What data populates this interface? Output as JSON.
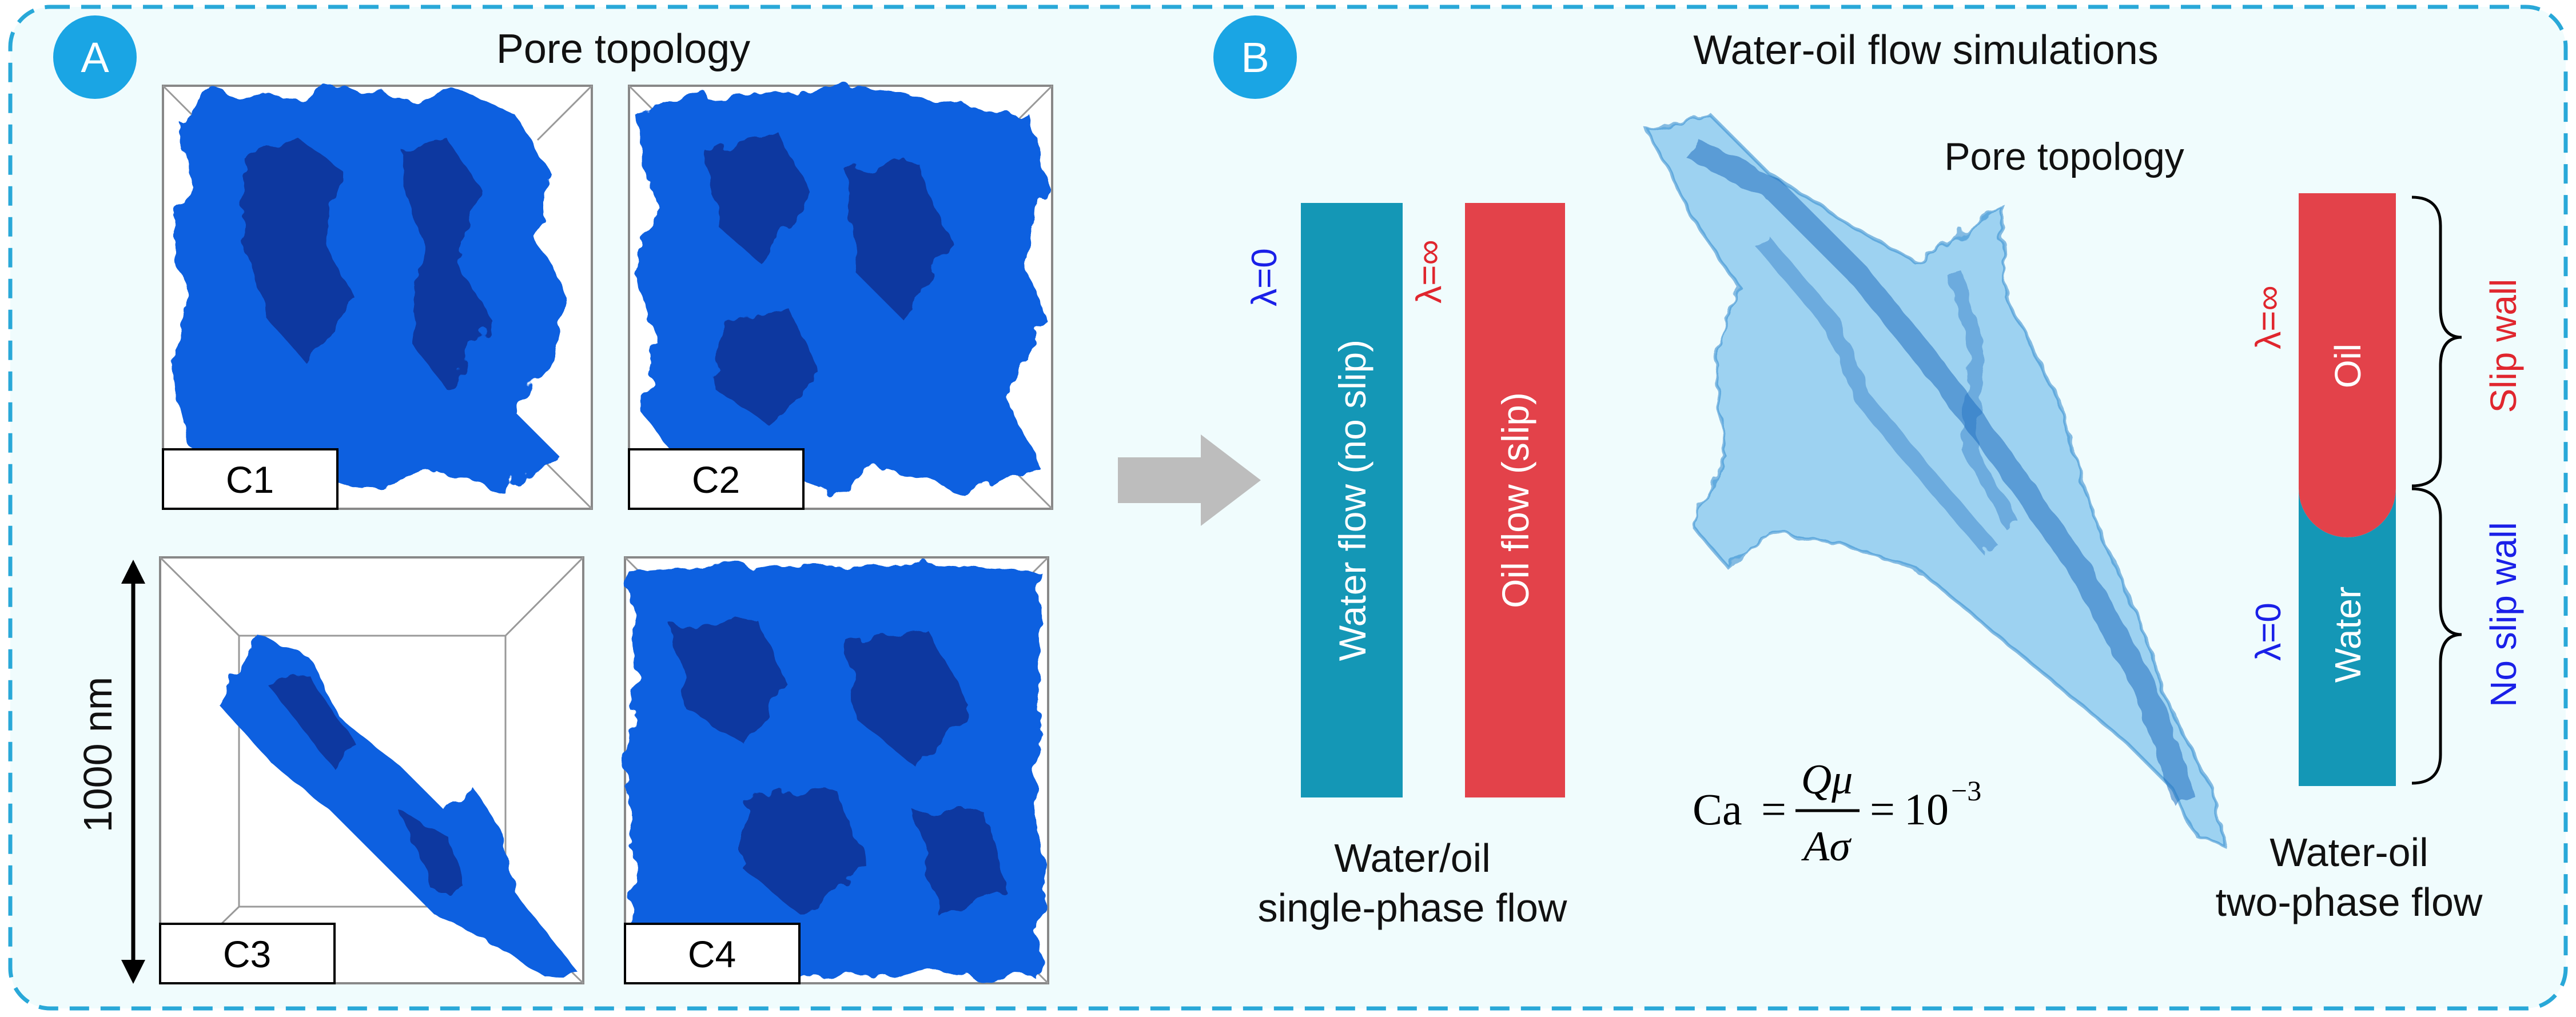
{
  "panel_a": {
    "badge": "A",
    "title": "Pore topology",
    "scale_label": "1000 nm",
    "samples": [
      "C1",
      "C2",
      "C3",
      "C4"
    ]
  },
  "panel_b": {
    "badge": "B",
    "title": "Water-oil flow simulations",
    "pore_label": "Pore topology",
    "single_phase": {
      "water_bar": "Water flow (no slip)",
      "oil_bar": "Oil flow (slip)",
      "lambda_water": "λ=0",
      "lambda_oil": "λ=∞",
      "caption_line1": "Water/oil",
      "caption_line2": "single-phase flow"
    },
    "two_phase": {
      "oil_label": "Oil",
      "water_label": "Water",
      "lambda_oil": "λ=∞",
      "lambda_water": "λ=0",
      "slip_wall": "Slip wall",
      "no_slip_wall": "No slip wall",
      "caption_line1": "Water-oil",
      "caption_line2": "two-phase flow"
    },
    "equation": {
      "lhs": "Ca",
      "eq1": "=",
      "numerator": "Qμ",
      "denominator": "Aσ",
      "eq2": "=",
      "base": "10",
      "exponent": "−3"
    }
  },
  "colors": {
    "frame_bg": "#f0fcfd",
    "frame_border": "#29a8d8",
    "badge": "#1aa5e4",
    "pore_blue": "#1060e0",
    "pore_dark": "#0838a0",
    "translucent_pore": "#5aaee8",
    "water_teal": "#1497b6",
    "oil_red": "#e3424a",
    "lambda_blue": "#1a20e8",
    "lambda_red": "#e0262e",
    "arrow_gray": "#bdbdbd"
  }
}
